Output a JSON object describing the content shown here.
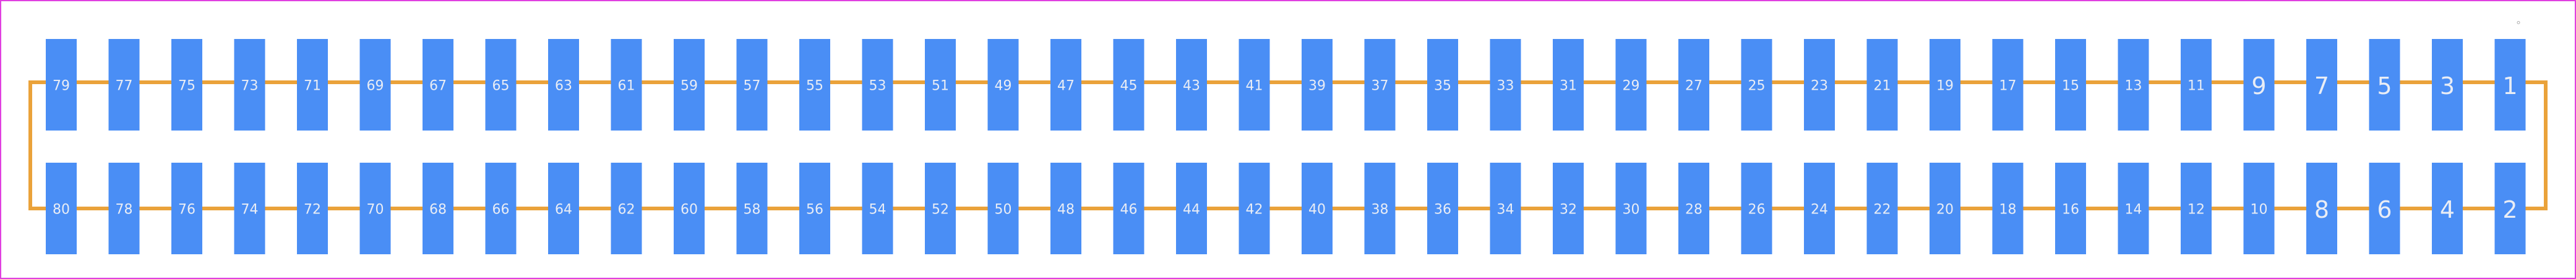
{
  "diagram": {
    "top_row_pins": [
      "79",
      "77",
      "75",
      "73",
      "71",
      "69",
      "67",
      "65",
      "63",
      "61",
      "59",
      "57",
      "55",
      "53",
      "51",
      "49",
      "47",
      "45",
      "43",
      "41",
      "39",
      "37",
      "35",
      "33",
      "31",
      "29",
      "27",
      "25",
      "23",
      "21",
      "19",
      "17",
      "15",
      "13",
      "11",
      "9",
      "7",
      "5",
      "3",
      "1"
    ],
    "bottom_row_pins": [
      "80",
      "78",
      "76",
      "74",
      "72",
      "70",
      "68",
      "66",
      "64",
      "62",
      "60",
      "58",
      "56",
      "54",
      "52",
      "50",
      "48",
      "46",
      "44",
      "42",
      "40",
      "38",
      "36",
      "34",
      "32",
      "30",
      "28",
      "26",
      "24",
      "22",
      "20",
      "18",
      "16",
      "14",
      "12",
      "10",
      "8",
      "6",
      "4",
      "2"
    ],
    "pin1_marker": "°",
    "colors": {
      "frame": "#e040e0",
      "pad": "#4a8ef5",
      "outline": "#eaa23a",
      "pad_label": "#e9edf5",
      "marker": "#b0b0b0"
    }
  }
}
